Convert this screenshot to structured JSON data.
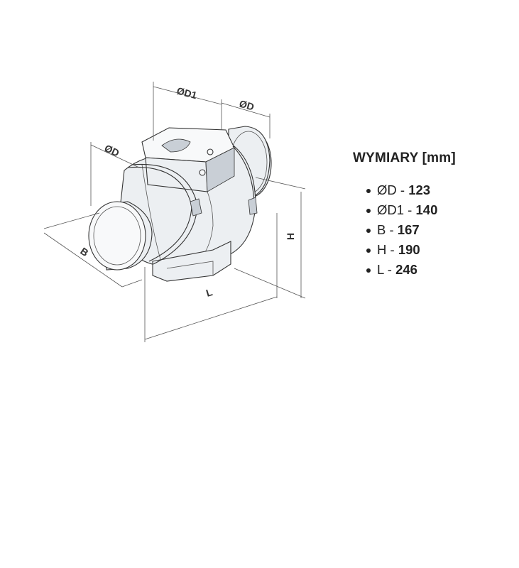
{
  "drawing": {
    "dim_labels": {
      "d": "ØD",
      "d1": "ØD1",
      "b": "B",
      "h": "H",
      "l": "L"
    }
  },
  "specs": {
    "title": "WYMIARY [mm]",
    "items": [
      {
        "label": "ØD",
        "value": "123"
      },
      {
        "label": "ØD1",
        "value": "140"
      },
      {
        "label": "B",
        "value": "167"
      },
      {
        "label": "H",
        "value": "190"
      },
      {
        "label": "L",
        "value": "246"
      }
    ]
  }
}
